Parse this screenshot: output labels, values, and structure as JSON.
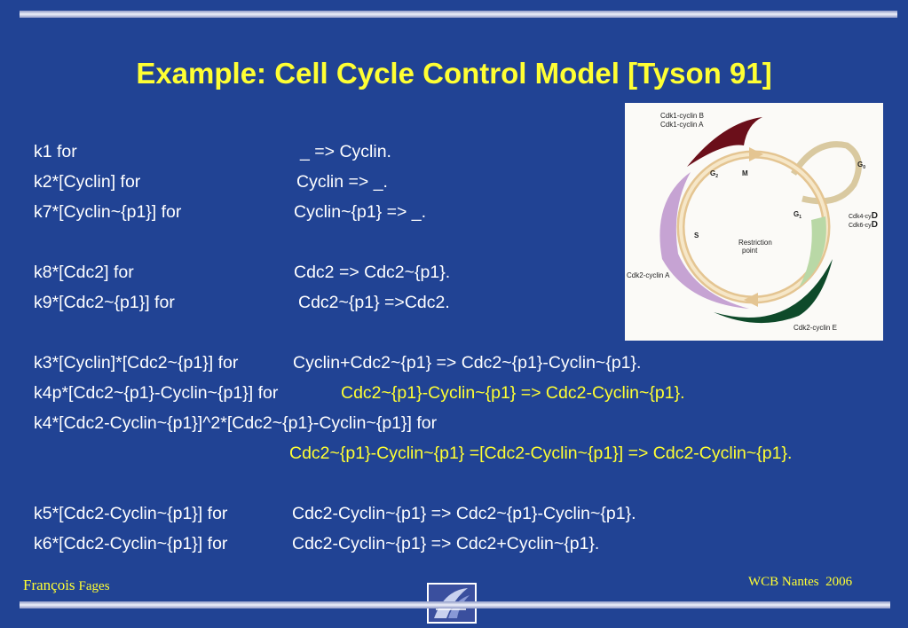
{
  "title": "Example: Cell Cycle Control Model [Tyson 91]",
  "rules": [
    {
      "rate": "k1 for",
      "reaction": "_ => Cyclin."
    },
    {
      "rate": "k2*[Cyclin] for",
      "reaction": "Cyclin => _."
    },
    {
      "rate": "k7*[Cyclin~{p1}] for",
      "reaction": "Cyclin~{p1} => _."
    },
    {
      "rate": "k8*[Cdc2] for",
      "reaction": "Cdc2 => Cdc2~{p1}."
    },
    {
      "rate": "k9*[Cdc2~{p1}] for",
      "reaction": "Cdc2~{p1} =>Cdc2."
    },
    {
      "rate": "k3*[Cyclin]*[Cdc2~{p1}] for",
      "reaction": "Cyclin+Cdc2~{p1} => Cdc2~{p1}-Cyclin~{p1}."
    },
    {
      "rate": "k4p*[Cdc2~{p1}-Cyclin~{p1}] for",
      "reaction": "Cdc2~{p1}-Cyclin~{p1} => Cdc2-Cyclin~{p1}."
    },
    {
      "rate": "k4*[Cdc2-Cyclin~{p1}]^2*[Cdc2~{p1}-Cyclin~{p1}] for",
      "reaction": "Cdc2~{p1}-Cyclin~{p1} =[Cdc2-Cyclin~{p1}] => Cdc2-Cyclin~{p1}."
    },
    {
      "rate": "k5*[Cdc2-Cyclin~{p1}] for",
      "reaction": "Cdc2-Cyclin~{p1} => Cdc2~{p1}-Cyclin~{p1}."
    },
    {
      "rate": "k6*[Cdc2-Cyclin~{p1}] for",
      "reaction": "Cdc2-Cyclin~{p1} => Cdc2+Cyclin~{p1}."
    }
  ],
  "figure": {
    "cdk1_b": "Cdk1-cyclin B",
    "cdk1_a": "Cdk1-cyclin A",
    "g0": "G",
    "g0_sub": "0",
    "g2": "G",
    "g2_sub": "2",
    "m": "M",
    "g1": "G",
    "g1_sub": "1",
    "s": "S",
    "restriction1": "Restriction",
    "restriction2": "point",
    "cdk4": "Cdk4-cy",
    "cdk4_d": "D",
    "cdk6": "Cdk6-cy",
    "cdk6_d": "D",
    "cdk2_a": "Cdk2-cyclin A",
    "cdk2_e": "Cdk2-cyclin E"
  },
  "footer": {
    "author_first": "François",
    "author_last": "Fages",
    "event": "WCB Nantes  2006"
  },
  "colors": {
    "background": "#214394",
    "title": "#ffff33",
    "text": "#ffffff",
    "highlight": "#ffff33"
  }
}
